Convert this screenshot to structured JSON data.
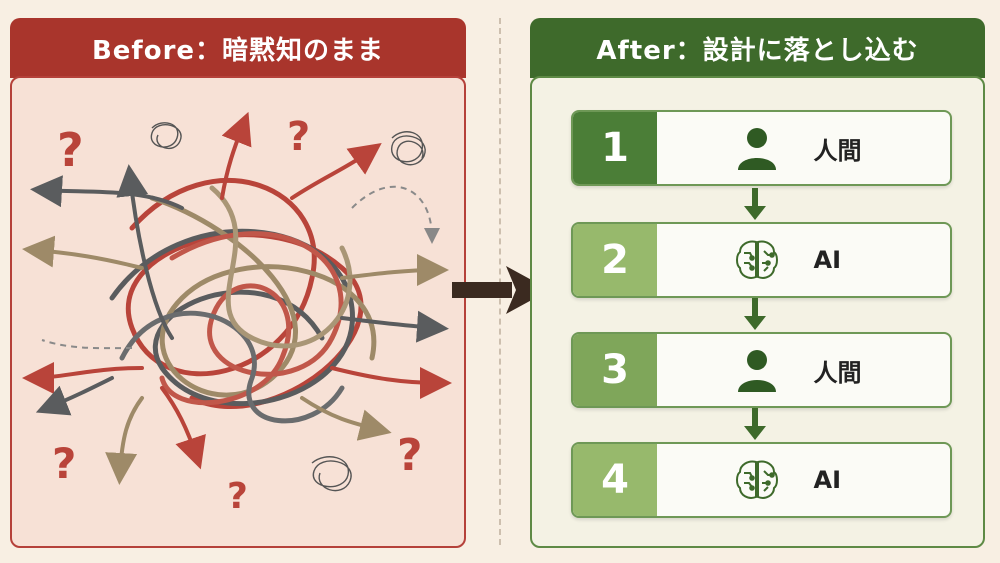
{
  "before": {
    "title": "Before：暗黙知のまま"
  },
  "after": {
    "title": "After：設計に落とし込む",
    "steps": [
      {
        "number": "1",
        "label": "人間",
        "icon": "person-icon",
        "num_color": "#4b7e37"
      },
      {
        "number": "2",
        "label": "AI",
        "icon": "brain-circuit-icon",
        "num_color": "#97b96c"
      },
      {
        "number": "3",
        "label": "人間",
        "icon": "person-icon",
        "num_color": "#7fa65a"
      },
      {
        "number": "4",
        "label": "AI",
        "icon": "brain-circuit-icon",
        "num_color": "#97b96c"
      }
    ]
  },
  "colors": {
    "before_accent": "#a9352c",
    "after_accent": "#3e6a2b",
    "arrow": "#3b2a20"
  }
}
